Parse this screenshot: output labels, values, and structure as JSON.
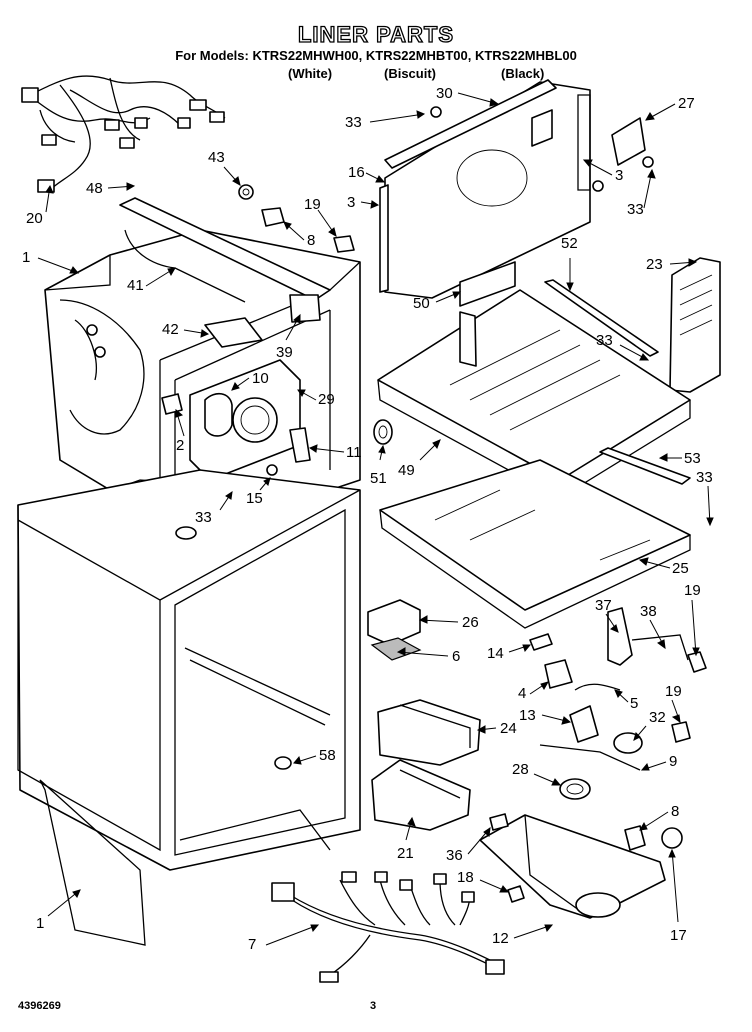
{
  "header": {
    "title": "LINER PARTS",
    "models": "For Models: KTRS22MHWH00, KTRS22MHBT00, KTRS22MHBL00",
    "variants": [
      "(White)",
      "(Biscuit)",
      "(Black)"
    ]
  },
  "footer": {
    "document_number": "4396269",
    "page_number": "3"
  },
  "callouts": [
    "30",
    "27",
    "33",
    "43",
    "16",
    "3",
    "3",
    "33",
    "48",
    "19",
    "20",
    "1",
    "8",
    "52",
    "23",
    "41",
    "50",
    "33",
    "42",
    "39",
    "10",
    "29",
    "2",
    "11",
    "51",
    "49",
    "53",
    "33",
    "33",
    "15",
    "25",
    "19",
    "26",
    "37",
    "38",
    "6",
    "14",
    "4",
    "5",
    "19",
    "13",
    "24",
    "32",
    "9",
    "58",
    "28",
    "8",
    "36",
    "21",
    "18",
    "17",
    "1",
    "7",
    "12"
  ]
}
